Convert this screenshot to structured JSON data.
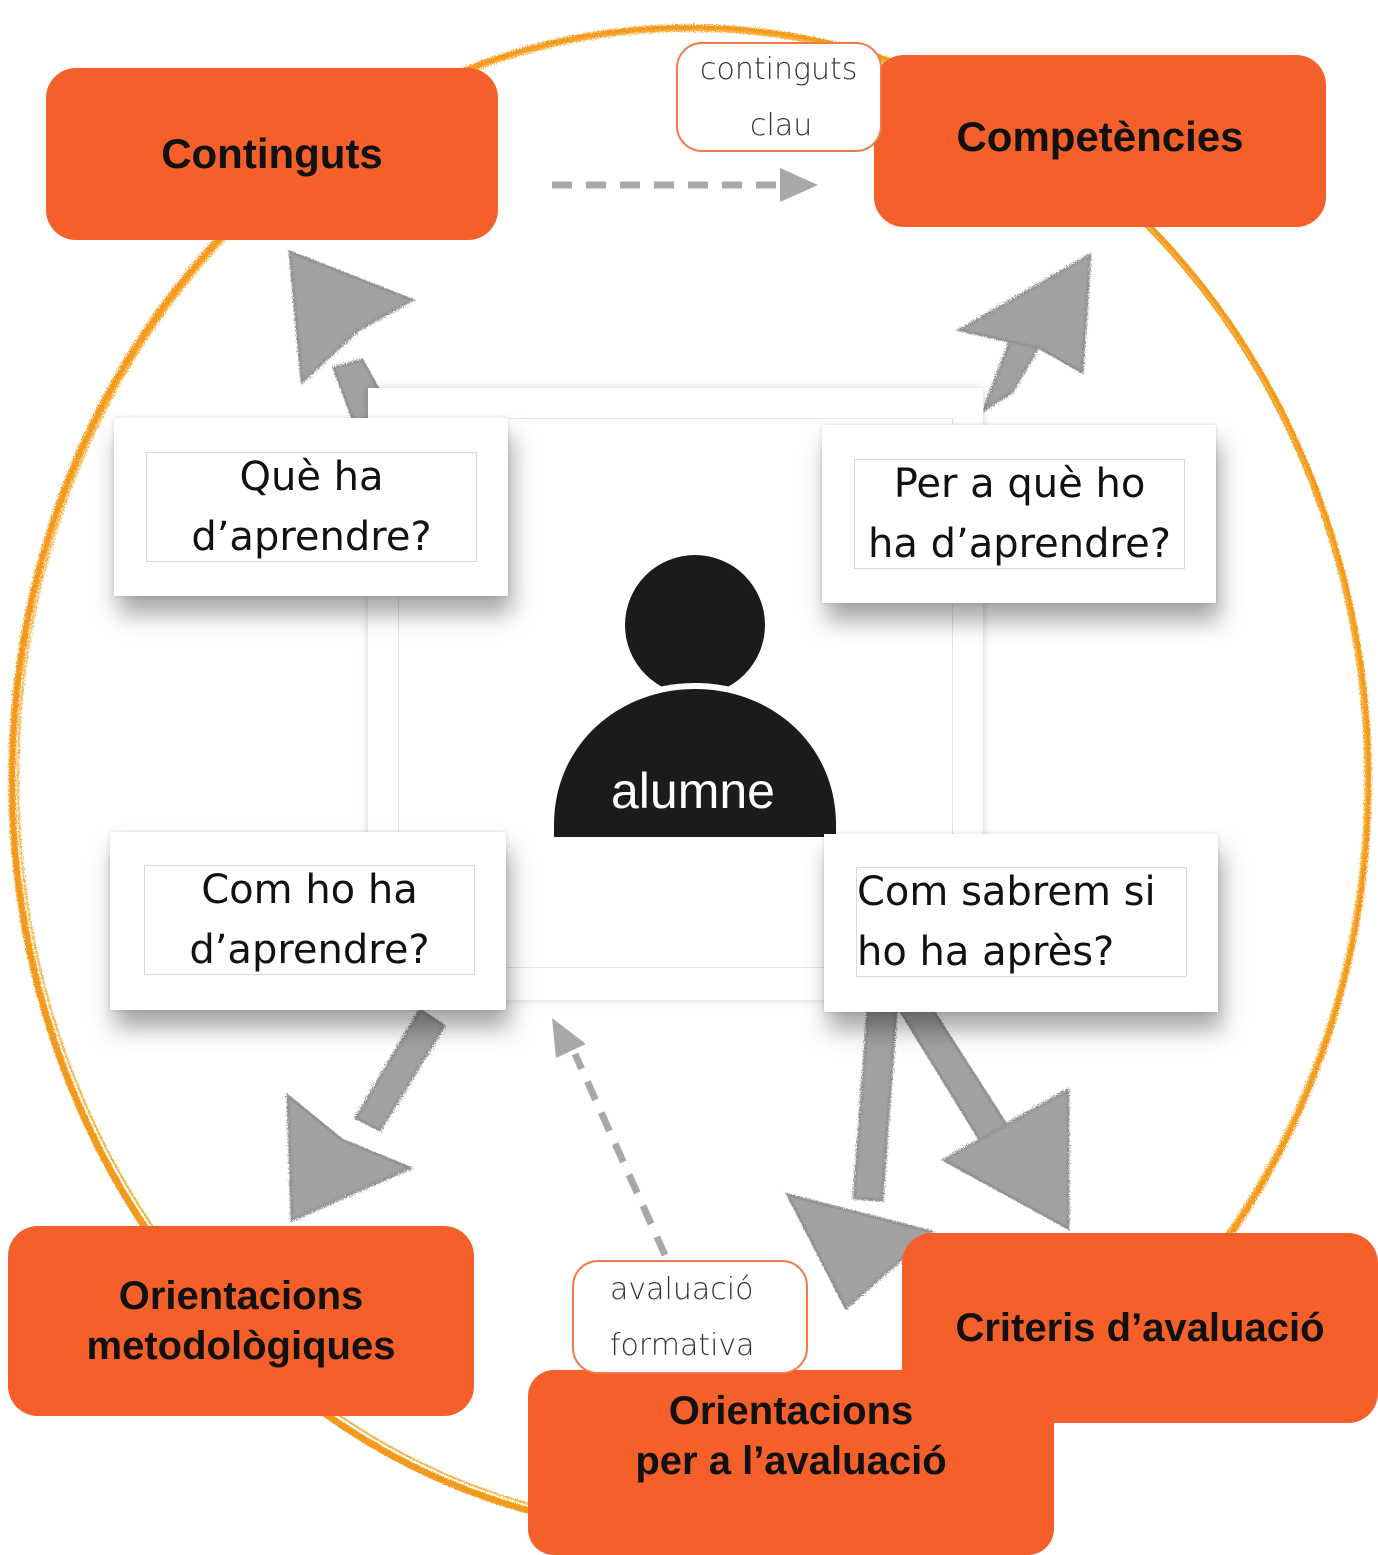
{
  "boxes": {
    "continguts": "Continguts",
    "competencies": "Competències",
    "orientacions_metodologiques": [
      "Orientacions",
      "metodològiques"
    ],
    "criteris_avaluacio": "Criteris d’avaluació",
    "orientacions_avaluacio": [
      "Orientacions",
      "per a l’avaluació"
    ]
  },
  "questions": {
    "que": [
      "Què ha",
      "d’aprendre?"
    ],
    "per_a_que": [
      "Per a què ho",
      "ha d’aprendre?"
    ],
    "com": [
      "Com ho ha",
      "d’aprendre?"
    ],
    "com_sabrem": [
      "Com sabrem si",
      "ho ha après?"
    ]
  },
  "center": {
    "label": "alumne"
  },
  "notes": {
    "continguts_clau": [
      "continguts",
      "clau"
    ],
    "avaluacio_formativa": [
      "avaluació",
      "formativa"
    ]
  },
  "colors": {
    "box_fill": "#f5602a",
    "circle": "#f39a1f",
    "arrow": "#9a9a9a",
    "person": "#1b1b1b"
  }
}
